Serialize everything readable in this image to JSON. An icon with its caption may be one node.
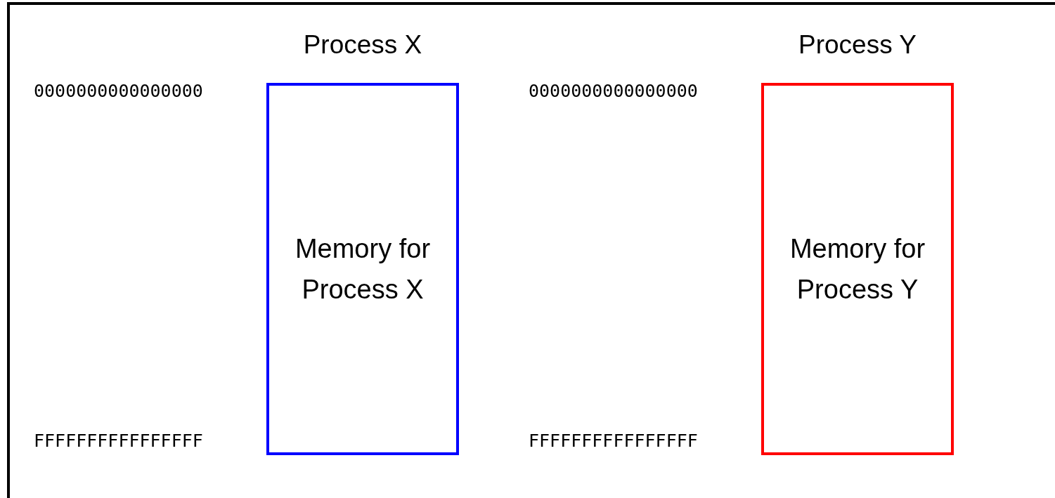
{
  "diagram": {
    "nodes": [
      {
        "text": [
          "Process X",
          "Memory for Process X"
        ],
        "beside": [
          "0000000000000000",
          "FFFFFFFFFFFFFFFF"
        ]
      },
      {
        "text": [
          "Process Y",
          "Memory for Process Y"
        ],
        "beside": [
          "0000000000000000",
          "FFFFFFFFFFFFFFFF"
        ]
      }
    ]
  }
}
